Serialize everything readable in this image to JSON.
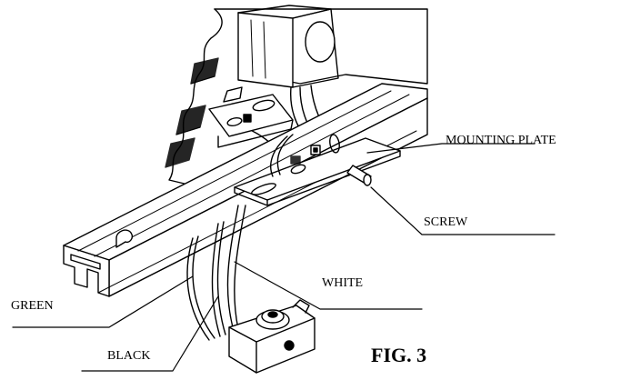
{
  "labels": {
    "mounting_plate": "MOUNTING PLATE",
    "screw": "SCREW",
    "white": "WHITE",
    "green": "GREEN",
    "black": "BLACK"
  },
  "figure": {
    "caption": "FIG. 3"
  }
}
